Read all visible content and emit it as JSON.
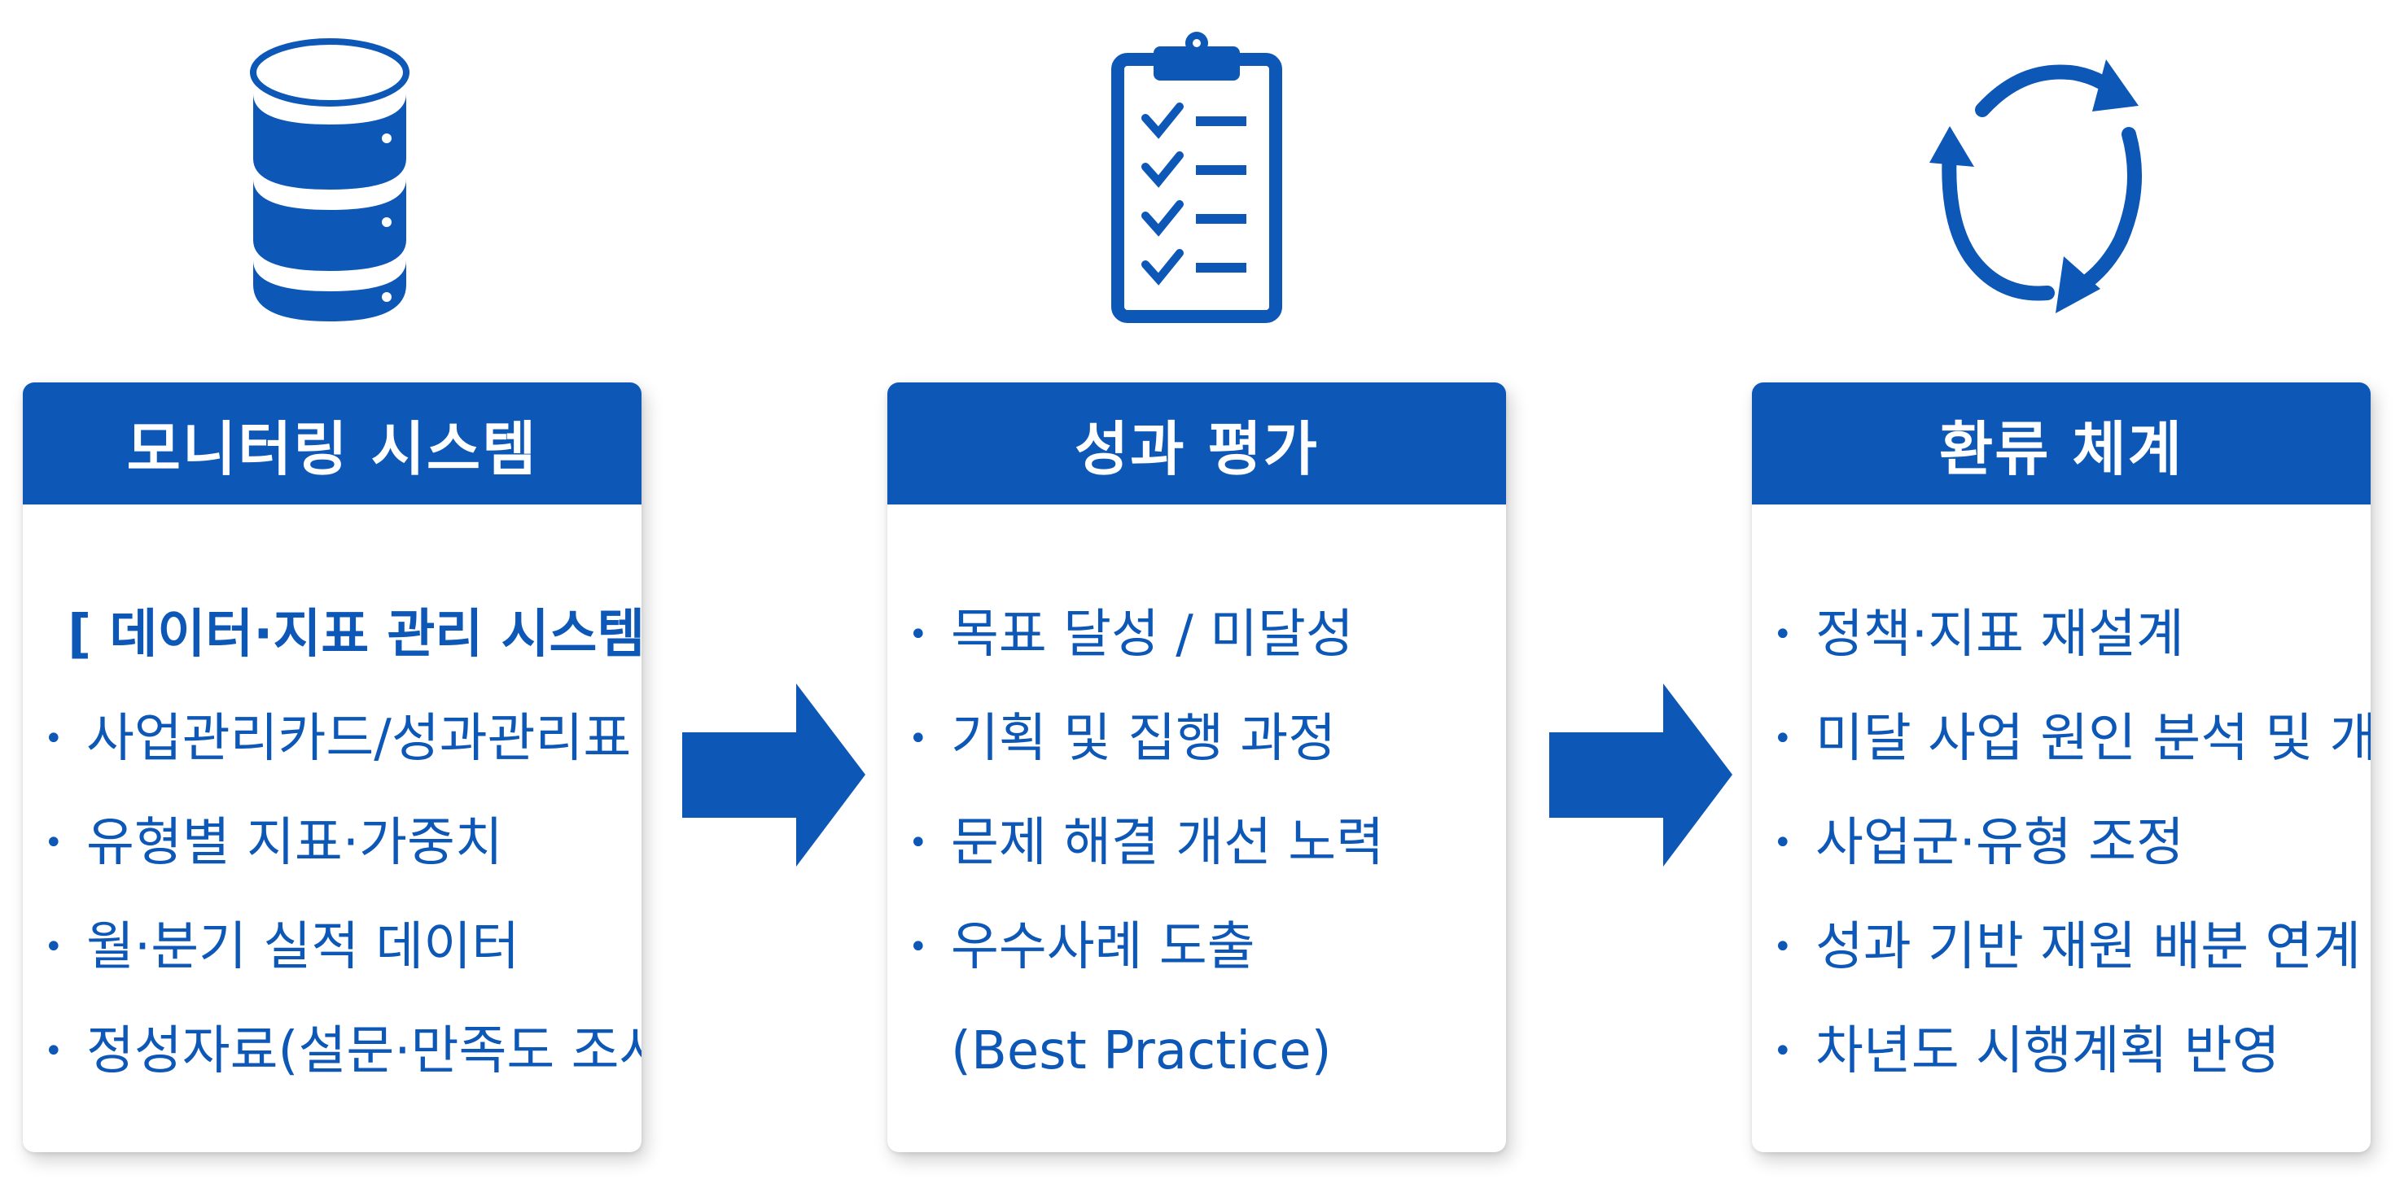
{
  "colors": {
    "primary": "#0d57b7",
    "background": "#ffffff",
    "header_text": "#ffffff"
  },
  "icons": [
    "database-icon",
    "clipboard-checklist-icon",
    "cycle-arrows-icon",
    "right-arrow-icon"
  ],
  "cards": [
    {
      "title": "모니터링 시스템",
      "subheading": "[ 데이터·지표 관리 시스템]",
      "items": [
        "사업관리카드/성과관리표",
        "유형별 지표·가중치",
        "월·분기 실적 데이터",
        "정성자료(설문·만족도 조사)"
      ]
    },
    {
      "title": "성과 평가",
      "items": [
        "목표 달성 / 미달성",
        "기획 및 집행 과정",
        "문제 해결 개선 노력",
        "우수사례 도출"
      ],
      "continuation": "(Best Practice)"
    },
    {
      "title": "환류 체계",
      "items": [
        "정책·지표 재설계",
        "미달 사업 원인 분석 및 개선",
        "사업군·유형 조정",
        "성과 기반 재원 배분 연계",
        "차년도 시행계획 반영"
      ]
    }
  ]
}
